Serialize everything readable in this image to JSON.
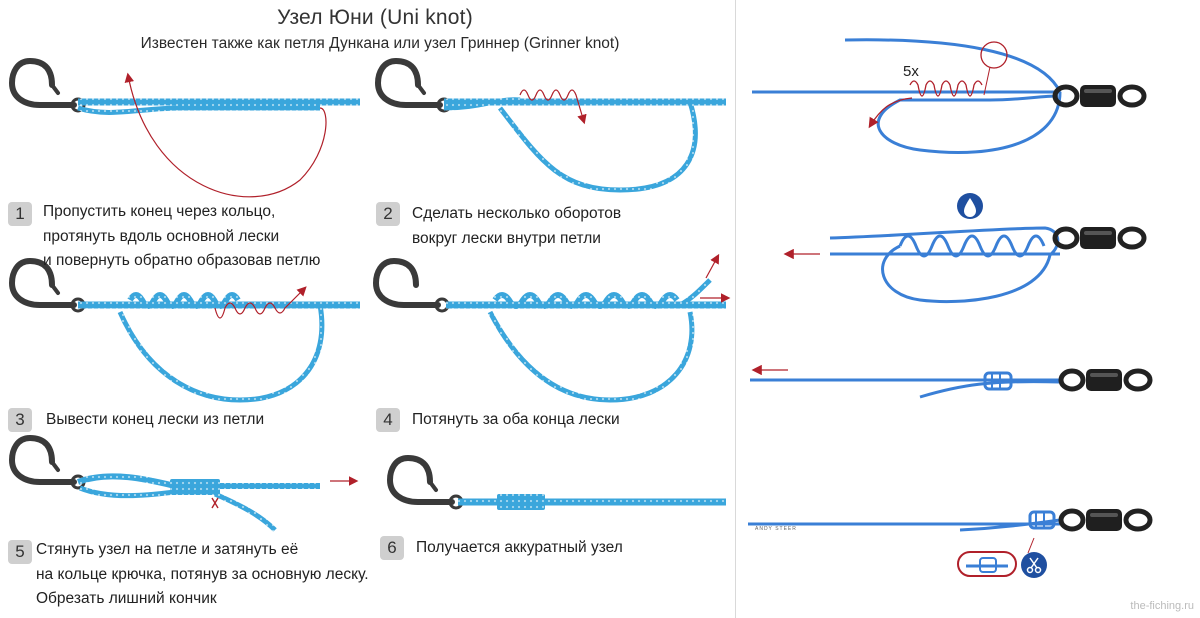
{
  "header": {
    "title": "Узел Юни (Uni knot)",
    "subtitle": "Известен также как петля Дункана или узел Гриннер (Grinner knot)"
  },
  "steps": [
    {
      "num": "1",
      "lines": [
        "Пропустить конец через кольцо,",
        "протянуть вдоль основной лески",
        "и повернуть обратно образовав петлю"
      ]
    },
    {
      "num": "2",
      "lines": [
        "Сделать несколько оборотов",
        "вокруг лески внутри петли"
      ]
    },
    {
      "num": "3",
      "lines": [
        "Вывести конец лески из петли"
      ]
    },
    {
      "num": "4",
      "lines": [
        "Потянуть за оба конца лески"
      ]
    },
    {
      "num": "5",
      "lines": [
        "Стянуть узел на петле и затянуть её",
        "на кольце крючка, потянув за основную леску.",
        "Обрезать лишний кончик"
      ]
    },
    {
      "num": "6",
      "lines": [
        "Получается аккуратный узел"
      ]
    }
  ],
  "right_panel": {
    "turns_label": "5x",
    "credit": "ANDY STEER"
  },
  "watermark": "the-fiching.ru",
  "colors": {
    "line": "#3aa6dc",
    "line_dark": "#1e6ec8",
    "arrow": "#b0202a",
    "hook": "#3a3a3a",
    "badge": "#1f4fa0"
  },
  "icons": [
    "hook-icon",
    "swivel-icon",
    "water-drop-icon",
    "scissors-icon",
    "arrow-icon"
  ]
}
